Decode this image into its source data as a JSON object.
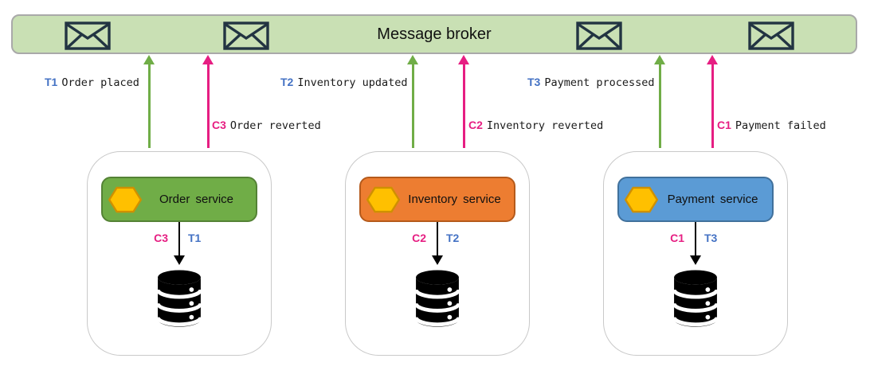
{
  "broker": {
    "title": "Message broker"
  },
  "colors": {
    "broker_fill": "#c9e0b4",
    "broker_border": "#a9a9a9",
    "envelope": "#223442",
    "transaction_text": "#4472c4",
    "compensation_text": "#e61e82",
    "transaction_arrow": "#70ad47",
    "compensation_arrow": "#e61e82",
    "hexagon_fill": "#ffc000",
    "hexagon_border": "#cf9001",
    "db": "#000000"
  },
  "events": [
    {
      "prefix": "T1",
      "label": "Order placed",
      "kind": "transaction"
    },
    {
      "prefix": "C3",
      "label": "Order reverted",
      "kind": "compensation"
    },
    {
      "prefix": "T2",
      "label": "Inventory updated",
      "kind": "transaction"
    },
    {
      "prefix": "C2",
      "label": "Inventory reverted",
      "kind": "compensation"
    },
    {
      "prefix": "T3",
      "label": "Payment processed",
      "kind": "transaction"
    },
    {
      "prefix": "C1",
      "label": "Payment failed",
      "kind": "compensation"
    }
  ],
  "services": [
    {
      "name": "Order service",
      "fill": "#70ad47",
      "border": "#548235",
      "compensation": "C3",
      "transaction": "T1"
    },
    {
      "name": "Inventory service",
      "fill": "#ed7d31",
      "border": "#b55a1b",
      "compensation": "C2",
      "transaction": "T2"
    },
    {
      "name": "Payment service",
      "fill": "#5b9bd5",
      "border": "#41719c",
      "compensation": "C1",
      "transaction": "T3"
    }
  ]
}
